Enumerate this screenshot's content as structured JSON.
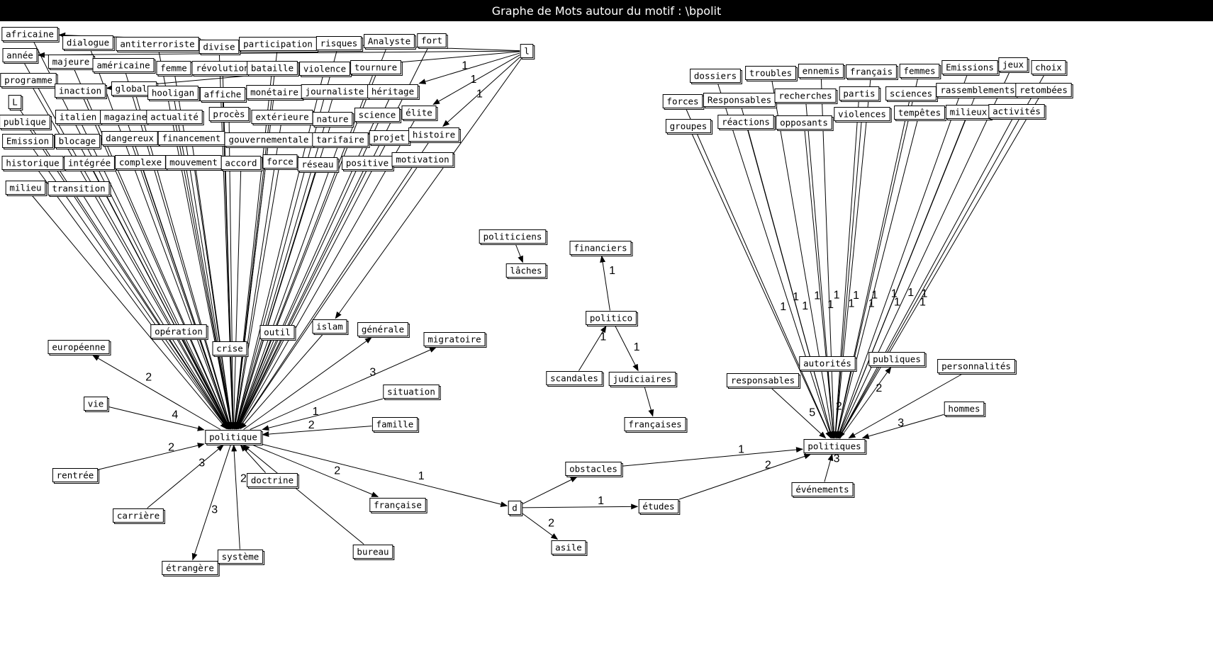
{
  "window": {
    "title": "Graphe de Mots autour du motif : \\bpolit"
  },
  "graph": {
    "nodes": [
      {
        "id": "africaine",
        "label": "africaine"
      },
      {
        "id": "dialogue",
        "label": "dialogue"
      },
      {
        "id": "antiterroriste",
        "label": "antiterroriste"
      },
      {
        "id": "divise",
        "label": "divise"
      },
      {
        "id": "participation",
        "label": "participation"
      },
      {
        "id": "risques",
        "label": "risques"
      },
      {
        "id": "Analyste",
        "label": "Analyste"
      },
      {
        "id": "fort",
        "label": "fort"
      },
      {
        "id": "l",
        "label": "l"
      },
      {
        "id": "annee",
        "label": "année"
      },
      {
        "id": "majeure",
        "label": "majeure"
      },
      {
        "id": "americaine",
        "label": "américaine"
      },
      {
        "id": "femme",
        "label": "femme"
      },
      {
        "id": "revolution",
        "label": "révolution"
      },
      {
        "id": "bataille",
        "label": "bataille"
      },
      {
        "id": "violence",
        "label": "violence"
      },
      {
        "id": "tournure",
        "label": "tournure"
      },
      {
        "id": "programme",
        "label": "programme"
      },
      {
        "id": "inaction",
        "label": "inaction"
      },
      {
        "id": "globale",
        "label": "globale"
      },
      {
        "id": "hooligan",
        "label": "hooligan"
      },
      {
        "id": "affiche",
        "label": "affiche"
      },
      {
        "id": "monetaire",
        "label": "monétaire"
      },
      {
        "id": "journaliste",
        "label": "journaliste"
      },
      {
        "id": "heritage",
        "label": "héritage"
      },
      {
        "id": "L",
        "label": "L"
      },
      {
        "id": "italien",
        "label": "italien"
      },
      {
        "id": "magazine",
        "label": "magazine"
      },
      {
        "id": "actualite",
        "label": "actualité"
      },
      {
        "id": "proces",
        "label": "procès"
      },
      {
        "id": "exterieure",
        "label": "extérieure"
      },
      {
        "id": "nature",
        "label": "nature"
      },
      {
        "id": "science",
        "label": "science"
      },
      {
        "id": "elite",
        "label": "élite"
      },
      {
        "id": "publique",
        "label": "publique"
      },
      {
        "id": "Emission",
        "label": "Emission"
      },
      {
        "id": "blocage",
        "label": "blocage"
      },
      {
        "id": "dangereux",
        "label": "dangereux"
      },
      {
        "id": "financement",
        "label": "financement"
      },
      {
        "id": "gouvernementale",
        "label": "gouvernementale"
      },
      {
        "id": "tarifaire",
        "label": "tarifaire"
      },
      {
        "id": "projet",
        "label": "projet"
      },
      {
        "id": "histoire",
        "label": "histoire"
      },
      {
        "id": "historique",
        "label": "historique"
      },
      {
        "id": "integree",
        "label": "intégrée"
      },
      {
        "id": "complexe",
        "label": "complexe"
      },
      {
        "id": "mouvement",
        "label": "mouvement"
      },
      {
        "id": "accord",
        "label": "accord"
      },
      {
        "id": "force",
        "label": "force"
      },
      {
        "id": "reseau",
        "label": "réseau"
      },
      {
        "id": "positive",
        "label": "positive"
      },
      {
        "id": "motivation",
        "label": "motivation"
      },
      {
        "id": "milieu",
        "label": "milieu"
      },
      {
        "id": "transition",
        "label": "transition"
      },
      {
        "id": "operation",
        "label": "opération"
      },
      {
        "id": "crise",
        "label": "crise"
      },
      {
        "id": "outil",
        "label": "outil"
      },
      {
        "id": "islam",
        "label": "islam"
      },
      {
        "id": "generale",
        "label": "générale"
      },
      {
        "id": "migratoire",
        "label": "migratoire"
      },
      {
        "id": "europeenne",
        "label": "européenne"
      },
      {
        "id": "vie",
        "label": "vie"
      },
      {
        "id": "situation",
        "label": "situation"
      },
      {
        "id": "famille",
        "label": "famille"
      },
      {
        "id": "politique",
        "label": "politique"
      },
      {
        "id": "rentree",
        "label": "rentrée"
      },
      {
        "id": "doctrine",
        "label": "doctrine"
      },
      {
        "id": "francaise",
        "label": "française"
      },
      {
        "id": "carriere",
        "label": "carrière"
      },
      {
        "id": "etrangere",
        "label": "étrangère"
      },
      {
        "id": "systeme",
        "label": "système"
      },
      {
        "id": "bureau",
        "label": "bureau"
      },
      {
        "id": "politiciens",
        "label": "politiciens"
      },
      {
        "id": "laches",
        "label": "lâches"
      },
      {
        "id": "financiers",
        "label": "financiers"
      },
      {
        "id": "politico",
        "label": "politico"
      },
      {
        "id": "scandales",
        "label": "scandales"
      },
      {
        "id": "judiciaires",
        "label": "judiciaires"
      },
      {
        "id": "francaises",
        "label": "françaises"
      },
      {
        "id": "d",
        "label": "d"
      },
      {
        "id": "obstacles",
        "label": "obstacles"
      },
      {
        "id": "etudes",
        "label": "études"
      },
      {
        "id": "asile",
        "label": "asile"
      },
      {
        "id": "dossiers",
        "label": "dossiers"
      },
      {
        "id": "troubles",
        "label": "troubles"
      },
      {
        "id": "ennemis",
        "label": "ennemis"
      },
      {
        "id": "francais",
        "label": "français"
      },
      {
        "id": "femmes",
        "label": "femmes"
      },
      {
        "id": "Emissions",
        "label": "Emissions"
      },
      {
        "id": "jeux",
        "label": "jeux"
      },
      {
        "id": "choix",
        "label": "choix"
      },
      {
        "id": "forces",
        "label": "forces"
      },
      {
        "id": "Responsables",
        "label": "Responsables"
      },
      {
        "id": "recherches",
        "label": "recherches"
      },
      {
        "id": "partis",
        "label": "partis"
      },
      {
        "id": "sciences",
        "label": "sciences"
      },
      {
        "id": "rassemblements",
        "label": "rassemblements"
      },
      {
        "id": "retombees",
        "label": "retombées"
      },
      {
        "id": "groupes",
        "label": "groupes"
      },
      {
        "id": "reactions",
        "label": "réactions"
      },
      {
        "id": "opposants",
        "label": "opposants"
      },
      {
        "id": "violences",
        "label": "violences"
      },
      {
        "id": "tempetes",
        "label": "tempêtes"
      },
      {
        "id": "milieux",
        "label": "milieux"
      },
      {
        "id": "activites",
        "label": "activités"
      },
      {
        "id": "responsables",
        "label": "responsables"
      },
      {
        "id": "autorites",
        "label": "autorités"
      },
      {
        "id": "publiques",
        "label": "publiques"
      },
      {
        "id": "personnalites",
        "label": "personnalités"
      },
      {
        "id": "hommes",
        "label": "hommes"
      },
      {
        "id": "politiques",
        "label": "politiques"
      },
      {
        "id": "evenements",
        "label": "événements"
      }
    ],
    "edges": [
      {
        "from": "africaine",
        "to": "politique"
      },
      {
        "from": "dialogue",
        "to": "politique"
      },
      {
        "from": "antiterroriste",
        "to": "politique"
      },
      {
        "from": "divise",
        "to": "politique"
      },
      {
        "from": "participation",
        "to": "politique"
      },
      {
        "from": "risques",
        "to": "politique"
      },
      {
        "from": "Analyste",
        "to": "politique"
      },
      {
        "from": "fort",
        "to": "politique"
      },
      {
        "from": "annee",
        "to": "politique"
      },
      {
        "from": "majeure",
        "to": "politique"
      },
      {
        "from": "americaine",
        "to": "politique"
      },
      {
        "from": "femme",
        "to": "politique"
      },
      {
        "from": "revolution",
        "to": "politique"
      },
      {
        "from": "bataille",
        "to": "politique"
      },
      {
        "from": "violence",
        "to": "politique"
      },
      {
        "from": "tournure",
        "to": "politique"
      },
      {
        "from": "programme",
        "to": "politique"
      },
      {
        "from": "inaction",
        "to": "politique"
      },
      {
        "from": "globale",
        "to": "politique"
      },
      {
        "from": "hooligan",
        "to": "politique"
      },
      {
        "from": "affiche",
        "to": "politique"
      },
      {
        "from": "monetaire",
        "to": "politique"
      },
      {
        "from": "journaliste",
        "to": "politique"
      },
      {
        "from": "heritage",
        "to": "politique"
      },
      {
        "from": "L",
        "to": "politique"
      },
      {
        "from": "italien",
        "to": "politique"
      },
      {
        "from": "magazine",
        "to": "politique"
      },
      {
        "from": "actualite",
        "to": "politique"
      },
      {
        "from": "proces",
        "to": "politique"
      },
      {
        "from": "exterieure",
        "to": "politique"
      },
      {
        "from": "nature",
        "to": "politique"
      },
      {
        "from": "science",
        "to": "politique"
      },
      {
        "from": "elite",
        "to": "politique"
      },
      {
        "from": "publique",
        "to": "politique"
      },
      {
        "from": "Emission",
        "to": "politique"
      },
      {
        "from": "blocage",
        "to": "politique"
      },
      {
        "from": "dangereux",
        "to": "politique"
      },
      {
        "from": "financement",
        "to": "politique"
      },
      {
        "from": "gouvernementale",
        "to": "politique"
      },
      {
        "from": "tarifaire",
        "to": "politique"
      },
      {
        "from": "projet",
        "to": "politique"
      },
      {
        "from": "histoire",
        "to": "politique"
      },
      {
        "from": "historique",
        "to": "politique"
      },
      {
        "from": "integree",
        "to": "politique"
      },
      {
        "from": "complexe",
        "to": "politique"
      },
      {
        "from": "mouvement",
        "to": "politique"
      },
      {
        "from": "accord",
        "to": "politique"
      },
      {
        "from": "force",
        "to": "politique"
      },
      {
        "from": "reseau",
        "to": "politique"
      },
      {
        "from": "positive",
        "to": "politique"
      },
      {
        "from": "motivation",
        "to": "politique"
      },
      {
        "from": "milieu",
        "to": "politique"
      },
      {
        "from": "transition",
        "to": "politique"
      },
      {
        "from": "operation",
        "to": "politique"
      },
      {
        "from": "crise",
        "to": "politique"
      },
      {
        "from": "outil",
        "to": "politique"
      },
      {
        "from": "islam",
        "to": "politique"
      },
      {
        "from": "l",
        "to": "africaine"
      },
      {
        "from": "l",
        "to": "annee"
      },
      {
        "from": "l",
        "to": "inaction"
      },
      {
        "from": "l",
        "to": "heritage",
        "label": "1"
      },
      {
        "from": "l",
        "to": "elite",
        "label": "1"
      },
      {
        "from": "l",
        "to": "histoire",
        "label": "1"
      },
      {
        "from": "l",
        "to": "islam"
      },
      {
        "from": "politique",
        "to": "generale"
      },
      {
        "from": "politique",
        "to": "migratoire",
        "label": "3"
      },
      {
        "from": "politique",
        "to": "europeenne",
        "label": "2"
      },
      {
        "from": "vie",
        "to": "politique",
        "label": "4"
      },
      {
        "from": "situation",
        "to": "politique",
        "label": "1"
      },
      {
        "from": "famille",
        "to": "politique",
        "label": "2"
      },
      {
        "from": "rentree",
        "to": "politique",
        "label": "2"
      },
      {
        "from": "doctrine",
        "to": "politique"
      },
      {
        "from": "politique",
        "to": "francaise",
        "label": "2"
      },
      {
        "from": "carriere",
        "to": "politique",
        "label": "3"
      },
      {
        "from": "politique",
        "to": "etrangere",
        "label": "3"
      },
      {
        "from": "systeme",
        "to": "politique",
        "label": "2"
      },
      {
        "from": "bureau",
        "to": "politique"
      },
      {
        "from": "politique",
        "to": "d",
        "label": "1"
      },
      {
        "from": "politiciens",
        "to": "laches"
      },
      {
        "from": "politico",
        "to": "financiers",
        "label": "1"
      },
      {
        "from": "scandales",
        "to": "politico",
        "label": "1"
      },
      {
        "from": "politico",
        "to": "judiciaires",
        "label": "1"
      },
      {
        "from": "judiciaires",
        "to": "francaises"
      },
      {
        "from": "d",
        "to": "obstacles"
      },
      {
        "from": "d",
        "to": "etudes",
        "label": "1"
      },
      {
        "from": "d",
        "to": "asile",
        "label": "2"
      },
      {
        "from": "obstacles",
        "to": "politiques",
        "label": "1"
      },
      {
        "from": "etudes",
        "to": "politiques",
        "label": "2"
      },
      {
        "from": "dossiers",
        "to": "politiques",
        "label": "1"
      },
      {
        "from": "troubles",
        "to": "politiques",
        "label": "1"
      },
      {
        "from": "ennemis",
        "to": "politiques",
        "label": "1"
      },
      {
        "from": "francais",
        "to": "politiques",
        "label": "1"
      },
      {
        "from": "femmes",
        "to": "politiques",
        "label": "1"
      },
      {
        "from": "Emissions",
        "to": "politiques",
        "label": "1"
      },
      {
        "from": "jeux",
        "to": "politiques",
        "label": "1"
      },
      {
        "from": "choix",
        "to": "politiques",
        "label": "1"
      },
      {
        "from": "forces",
        "to": "politiques",
        "label": "1"
      },
      {
        "from": "Responsables",
        "to": "politiques",
        "label": "1"
      },
      {
        "from": "recherches",
        "to": "politiques",
        "label": "1"
      },
      {
        "from": "partis",
        "to": "politiques",
        "label": "1"
      },
      {
        "from": "sciences",
        "to": "politiques",
        "label": "1"
      },
      {
        "from": "rassemblements",
        "to": "politiques",
        "label": "1"
      },
      {
        "from": "retombees",
        "to": "politiques",
        "label": "1"
      },
      {
        "from": "groupes",
        "to": "politiques"
      },
      {
        "from": "reactions",
        "to": "politiques"
      },
      {
        "from": "opposants",
        "to": "politiques"
      },
      {
        "from": "violences",
        "to": "politiques"
      },
      {
        "from": "tempetes",
        "to": "politiques"
      },
      {
        "from": "milieux",
        "to": "politiques"
      },
      {
        "from": "activites",
        "to": "politiques"
      },
      {
        "from": "responsables",
        "to": "politiques",
        "label": "5"
      },
      {
        "from": "autorites",
        "to": "politiques",
        "label": "2"
      },
      {
        "from": "politiques",
        "to": "publiques",
        "label": "2"
      },
      {
        "from": "personnalites",
        "to": "politiques"
      },
      {
        "from": "hommes",
        "to": "politiques",
        "label": "3"
      },
      {
        "from": "evenements",
        "to": "politiques",
        "label": "3"
      }
    ]
  }
}
